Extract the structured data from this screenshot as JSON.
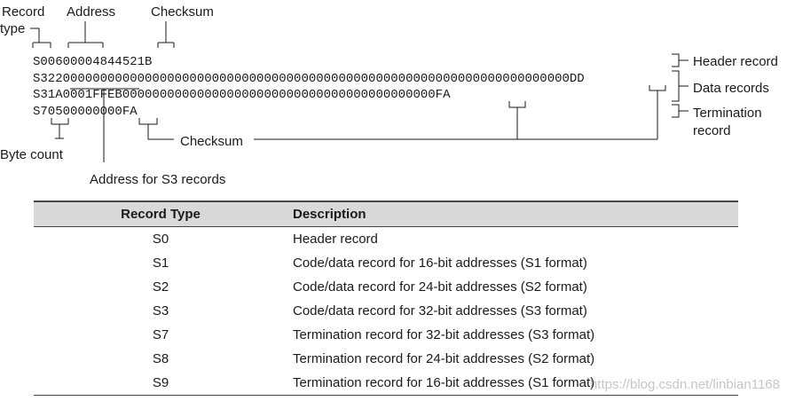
{
  "diagram": {
    "record_type_label_line1": "Record",
    "record_type_label_line2": "type",
    "address_label": "Address",
    "checksum_top_label": "Checksum",
    "line_s0": "S00600004844521B",
    "line_s3_data": "S32200000000000000000000000000000000000000000000000000000000000000000000DD",
    "line_s3_addr": "S31A0001FFEB000000000000000000000000000000000000000000FA",
    "line_s7": "S70500000000FA",
    "byte_count_label": "Byte count",
    "address_s3_label": "Address for S3 records",
    "checksum_bottom_label": "Checksum",
    "header_record_label": "Header record",
    "data_records_label": "Data records",
    "termination_record_label_line1": "Termination",
    "termination_record_label_line2": "record"
  },
  "table": {
    "headers": [
      "Record Type",
      "Description"
    ],
    "rows": [
      {
        "type": "S0",
        "desc": "Header record"
      },
      {
        "type": "S1",
        "desc": "Code/data record for 16-bit addresses (S1 format)"
      },
      {
        "type": "S2",
        "desc": "Code/data record for 24-bit addresses (S2 format)"
      },
      {
        "type": "S3",
        "desc": "Code/data record for 32-bit addresses (S3 format)"
      },
      {
        "type": "S7",
        "desc": "Termination record for 32-bit addresses (S3 format)"
      },
      {
        "type": "S8",
        "desc": "Termination record for 24-bit addresses (S2 format)"
      },
      {
        "type": "S9",
        "desc": "Termination record for 16-bit addresses (S1 format)"
      }
    ]
  },
  "watermark": "https://blog.csdn.net/linbian1168"
}
